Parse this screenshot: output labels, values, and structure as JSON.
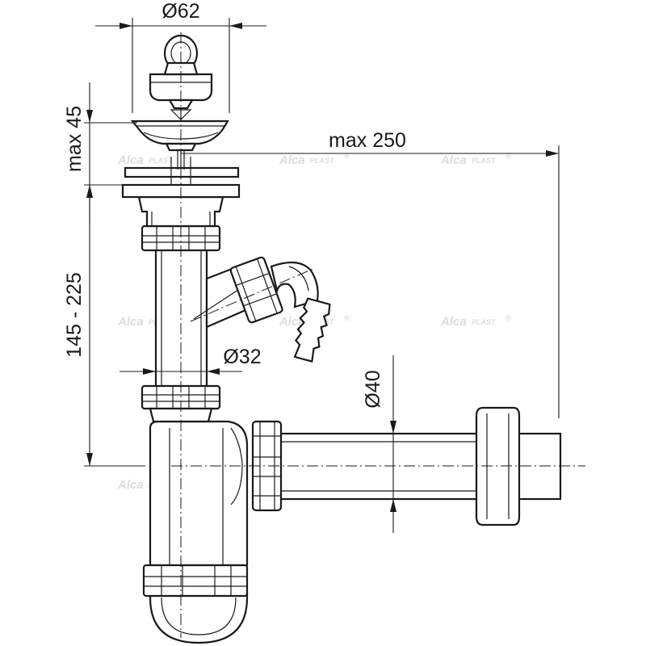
{
  "dimensions": {
    "diameter_top": "Ø62",
    "height_max": "max 45",
    "length_max": "max 250",
    "height_range": "145 - 225",
    "diameter_pipe": "Ø32",
    "diameter_outlet": "Ø40"
  },
  "watermark": {
    "brand": "Alca",
    "suffix": "PLAST",
    "mark": "®"
  },
  "colors": {
    "line": "#1a1a1a",
    "watermark": "#dcdcdc",
    "background": "#ffffff"
  }
}
